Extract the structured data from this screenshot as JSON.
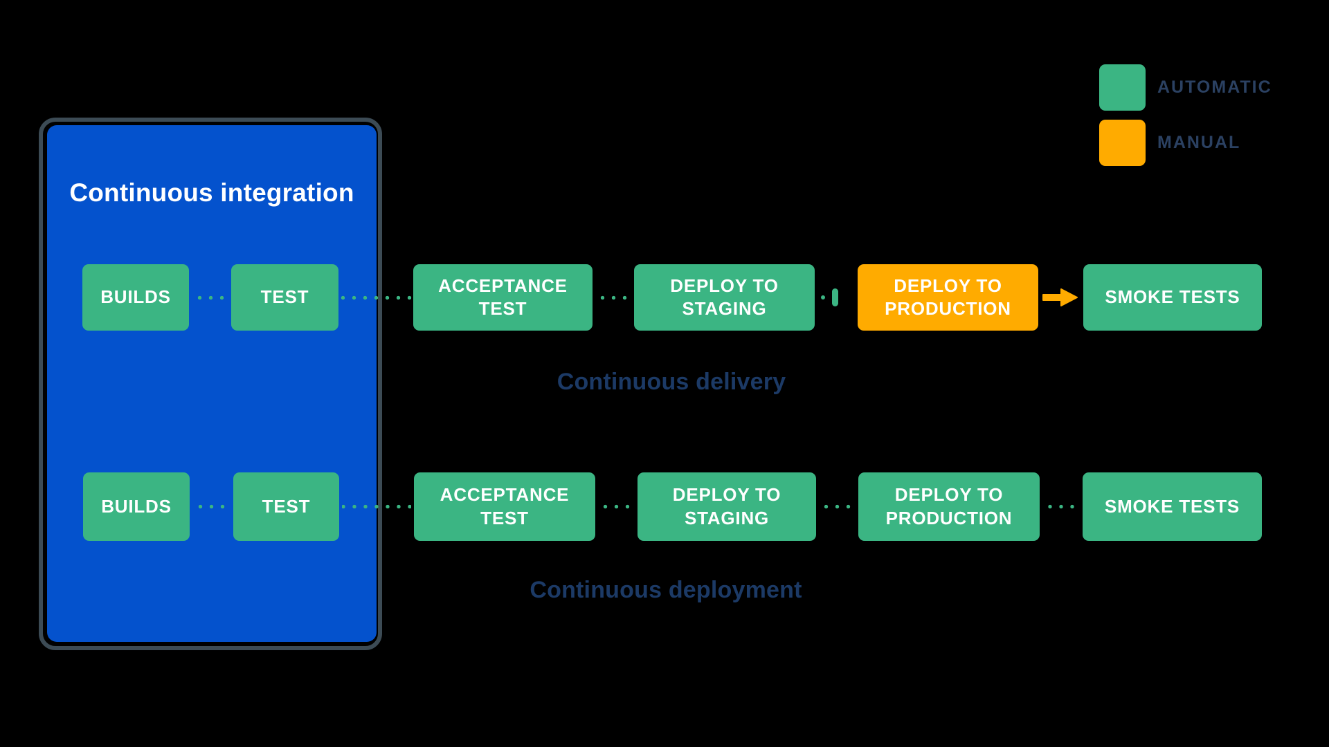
{
  "ci": {
    "title": "Continuous integration"
  },
  "legend": {
    "items": [
      {
        "label": "AUTOMATIC",
        "color": "#3BB583"
      },
      {
        "label": "MANUAL",
        "color": "#FFAB00"
      }
    ]
  },
  "rows": [
    {
      "caption": "Continuous delivery",
      "boxes": [
        {
          "label": "BUILDS",
          "type": "automatic"
        },
        {
          "label": "TEST",
          "type": "automatic"
        },
        {
          "label": "ACCEPTANCE\nTEST",
          "type": "automatic"
        },
        {
          "label": "DEPLOY TO\nSTAGING",
          "type": "automatic"
        },
        {
          "label": "DEPLOY TO\nPRODUCTION",
          "type": "manual"
        },
        {
          "label": "SMOKE TESTS",
          "type": "automatic"
        }
      ]
    },
    {
      "caption": "Continuous deployment",
      "boxes": [
        {
          "label": "BUILDS",
          "type": "automatic"
        },
        {
          "label": "TEST",
          "type": "automatic"
        },
        {
          "label": "ACCEPTANCE\nTEST",
          "type": "automatic"
        },
        {
          "label": "DEPLOY TO\nSTAGING",
          "type": "automatic"
        },
        {
          "label": "DEPLOY TO\nPRODUCTION",
          "type": "automatic"
        },
        {
          "label": "SMOKE TESTS",
          "type": "automatic"
        }
      ]
    }
  ],
  "colors": {
    "automatic_green": "#3BB583",
    "manual_orange": "#FFAB00",
    "ci_blue": "#0452CD",
    "ci_outline": "#3C4B55",
    "caption_navy": "#1C3A66",
    "background": "#000000"
  }
}
